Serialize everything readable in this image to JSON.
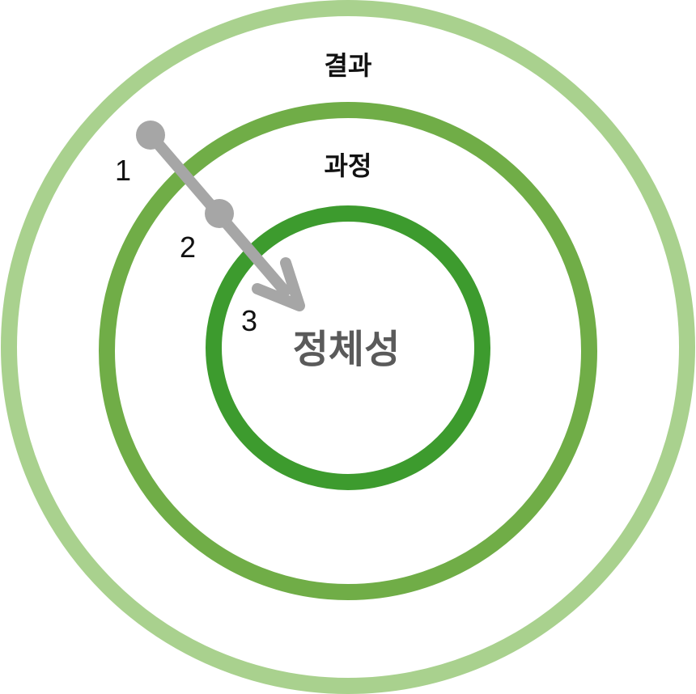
{
  "rings": {
    "outer": {
      "label": "결과",
      "color": "#a9d18e"
    },
    "middle": {
      "label": "과정",
      "color": "#70ad47"
    },
    "inner": {
      "label": "정체성",
      "color": "#3d9b2e"
    }
  },
  "steps": [
    "1",
    "2",
    "3"
  ],
  "arrow_color": "#a6a6a6",
  "core_label_color": "#5a5a5a"
}
